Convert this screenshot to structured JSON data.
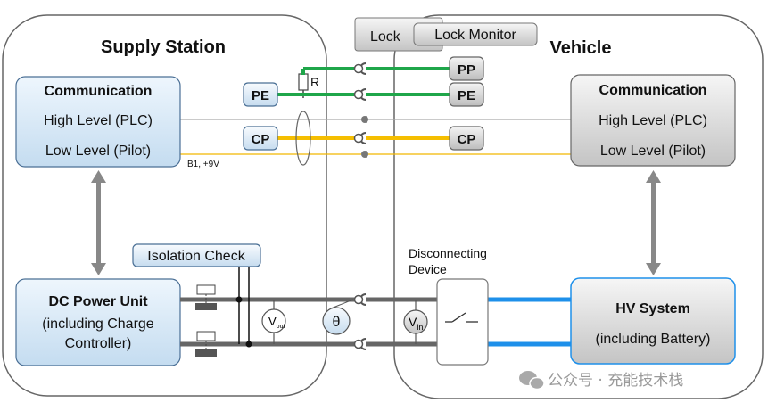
{
  "supply_station": {
    "title": "Supply Station",
    "communication": {
      "title": "Communication",
      "high_level": "High Level (PLC)",
      "low_level": "Low Level (Pilot)"
    },
    "pe_pin": "PE",
    "cp_pin": "CP",
    "resistor": "R",
    "pilot_note": "B1, +9V",
    "isolation_check": "Isolation Check",
    "dc_power_unit": {
      "title": "DC Power Unit",
      "line2": "(including Charge",
      "line3": "Controller)"
    },
    "v_out": {
      "main": "V",
      "sub": "out"
    },
    "theta": "θ"
  },
  "connector": {
    "lock": "Lock",
    "lock_monitor": "Lock Monitor",
    "v_in": {
      "main": "V",
      "sub": "in"
    },
    "disconnecting_device": {
      "line1": "Disconnecting",
      "line2": "Device"
    }
  },
  "vehicle": {
    "title": "Vehicle",
    "pp_pin": "PP",
    "pe_pin": "PE",
    "cp_pin": "CP",
    "communication": {
      "title": "Communication",
      "high_level": "High Level (PLC)",
      "low_level": "Low Level (Pilot)"
    },
    "hv_system": {
      "title": "HV System",
      "line2": "(including Battery)"
    }
  },
  "watermark": "公众号 · 充能技术栈",
  "colors": {
    "green": "#1fa64a",
    "yellow": "#f5be00",
    "blue": "#1e90ea",
    "gray_line": "#666666"
  }
}
